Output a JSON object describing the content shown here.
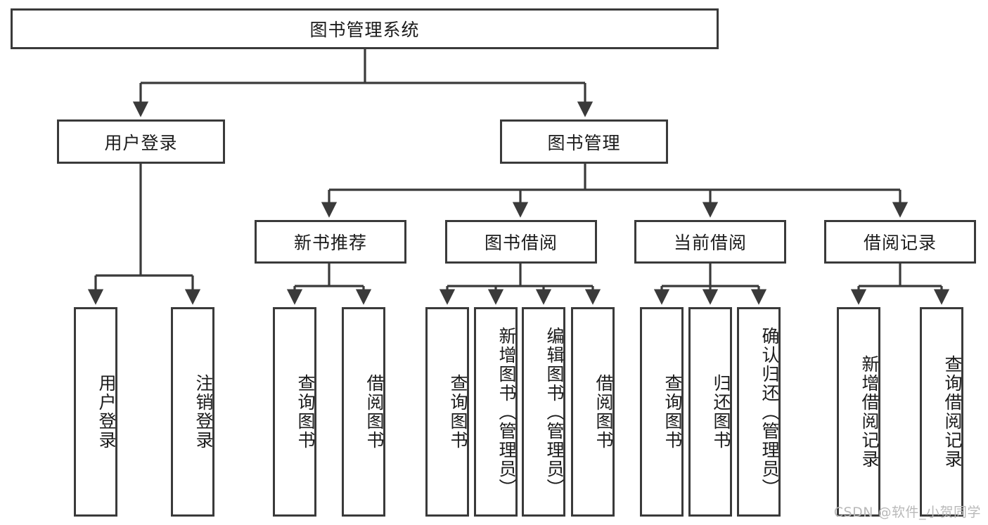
{
  "diagram": {
    "title": "图书管理系统",
    "type": "tree-hierarchy",
    "background_color": "#ffffff",
    "line_color": "#3a3a3a",
    "text_color": "#1b1b1b"
  },
  "nodes": {
    "root": {
      "label": "图书管理系统",
      "level": 1
    },
    "level2": [
      {
        "id": "user-login",
        "label": "用户登录"
      },
      {
        "id": "book-manage",
        "label": "图书管理"
      }
    ],
    "level3": [
      {
        "id": "new-book-rec",
        "label": "新书推荐"
      },
      {
        "id": "book-borrow",
        "label": "图书借阅"
      },
      {
        "id": "current-borrow",
        "label": "当前借阅"
      },
      {
        "id": "borrow-record",
        "label": "借阅记录"
      }
    ],
    "level4": [
      {
        "id": "leaf-user-login",
        "label": "用户登录",
        "parent": "user-login"
      },
      {
        "id": "leaf-logout",
        "label": "注销登录",
        "parent": "user-login"
      },
      {
        "id": "leaf-query-book-1",
        "label": "查询图书",
        "parent": "new-book-rec"
      },
      {
        "id": "leaf-borrow-book-1",
        "label": "借阅图书",
        "parent": "new-book-rec"
      },
      {
        "id": "leaf-query-book-2",
        "label": "查询图书",
        "parent": "book-borrow"
      },
      {
        "id": "leaf-add-book",
        "label": "新增图书（管理员）",
        "parent": "book-borrow"
      },
      {
        "id": "leaf-edit-book",
        "label": "编辑图书（管理员）",
        "parent": "book-borrow"
      },
      {
        "id": "leaf-borrow-book-2",
        "label": "借阅图书",
        "parent": "book-borrow"
      },
      {
        "id": "leaf-query-book-3",
        "label": "查询图书",
        "parent": "current-borrow"
      },
      {
        "id": "leaf-return-book",
        "label": "归还图书",
        "parent": "current-borrow"
      },
      {
        "id": "leaf-confirm-return",
        "label": "确认归还（管理员）",
        "parent": "current-borrow"
      },
      {
        "id": "leaf-add-record",
        "label": "新增借阅记录",
        "parent": "borrow-record"
      },
      {
        "id": "leaf-query-record",
        "label": "查询借阅记录",
        "parent": "borrow-record"
      }
    ]
  },
  "watermark": {
    "text": "CSDN @软件_小贺同学"
  }
}
